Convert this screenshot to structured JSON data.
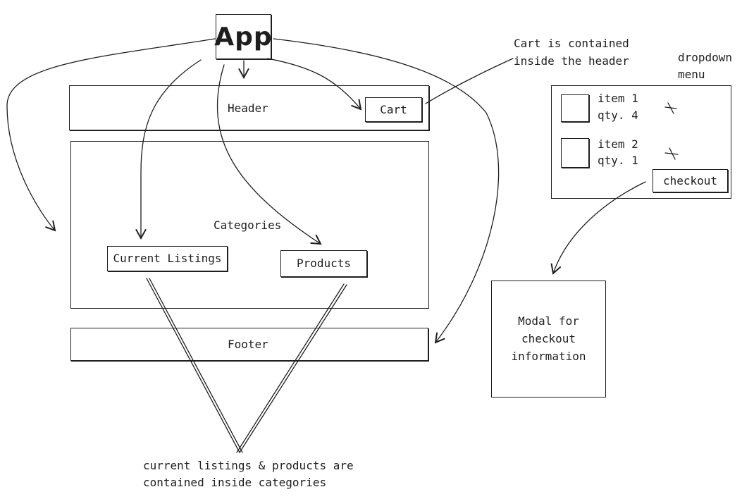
{
  "nodes": {
    "app": "App",
    "header": "Header",
    "cart": "Cart",
    "categories": "Categories",
    "current_listings": "Current Listings",
    "products": "Products",
    "footer": "Footer",
    "dropdown_items": [
      {
        "name": "item 1",
        "qty": "qty. 4",
        "remove": "×"
      },
      {
        "name": "item 2",
        "qty": "qty. 1",
        "remove": "×"
      }
    ],
    "checkout": "checkout",
    "modal": [
      "Modal for",
      "checkout",
      "information"
    ]
  },
  "annotations": {
    "cart_note": [
      "Cart is contained",
      "inside the header"
    ],
    "dropdown_label": [
      "dropdown",
      "menu"
    ],
    "categories_note": [
      "current listings & products are",
      "contained inside categories"
    ]
  },
  "colors": {
    "ink": "#1e1e1e",
    "paper": "#ffffff"
  }
}
